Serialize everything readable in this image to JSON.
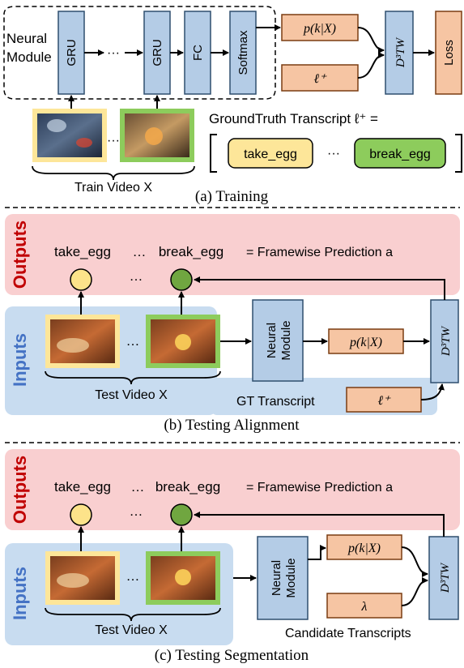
{
  "training": {
    "neural_module_label_line1": "Neural",
    "neural_module_label_line2": "Module",
    "blocks": {
      "gru": "GRU",
      "fc": "FC",
      "softmax": "Softmax",
      "loss": "Loss",
      "dots": "···"
    },
    "p_box": "p(k|X)",
    "l_plus_box": "ℓ⁺",
    "d3tw": "D³TW",
    "gt_transcript_label": "GroundTruth Transcript ℓ⁺ =",
    "transcript_items": [
      "take_egg",
      "break_egg"
    ],
    "transcript_dots": "···",
    "video_dots": "···",
    "video_label": "Train Video X",
    "caption": "(a) Training"
  },
  "testing_alignment": {
    "outputs_label": "Outputs",
    "inputs_label": "Inputs",
    "pred_labels": [
      "take_egg",
      "break_egg"
    ],
    "pred_dots": "…",
    "pred_text": "= Framewise Prediction a",
    "circle_dots": "…",
    "video_dots": "…",
    "neural_line1": "Neural",
    "neural_line2": "Module",
    "p_box": "p(k|X)",
    "l_plus_box": "ℓ⁺",
    "d3tw": "D³TW",
    "video_label": "Test Video X",
    "gt_label": "GT Transcript",
    "caption": "(b) Testing Alignment"
  },
  "testing_segmentation": {
    "outputs_label": "Outputs",
    "inputs_label": "Inputs",
    "pred_labels": [
      "take_egg",
      "break_egg"
    ],
    "pred_dots": "…",
    "pred_text": "= Framewise Prediction a",
    "circle_dots": "…",
    "video_dots": "…",
    "neural_line1": "Neural",
    "neural_line2": "Module",
    "p_box": "p(k|X)",
    "lambda_box": "λ",
    "d3tw": "D³TW",
    "video_label": "Test Video X",
    "candidate_label": "Candidate Transcripts",
    "caption": "(c) Testing Segmentation"
  },
  "colors": {
    "blue_block": "#b4cce6",
    "orange_block": "#f6c5a3",
    "yellow_frame": "#fde699",
    "green_frame": "#8dcc5c",
    "yellow_circle": "#fde38a",
    "green_circle": "#70a640",
    "outputs_bg": "#f9cfd0",
    "inputs_bg": "#c8dcf0",
    "outputs_text": "#c00000",
    "inputs_text": "#4472c4"
  }
}
